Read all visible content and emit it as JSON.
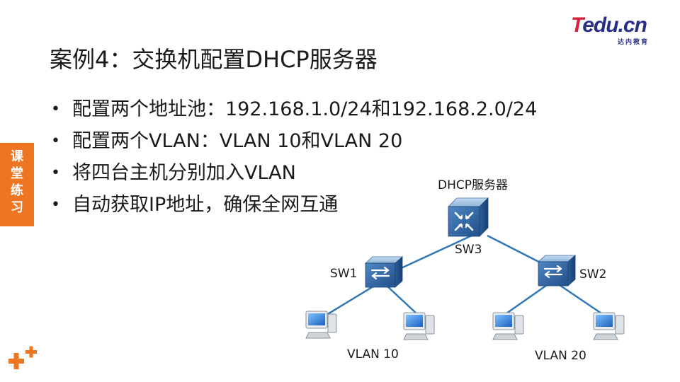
{
  "logo": {
    "main_t": "T",
    "main_rest": "edu.cn",
    "sub": "达内教育"
  },
  "title": "案例4：交换机配置DHCP服务器",
  "bullets": [
    "配置两个地址池：192.168.1.0/24和192.168.2.0/24",
    "配置两个VLAN：VLAN 10和VLAN 20",
    "将四台主机分别加入VLAN",
    "自动获取IP地址，确保全网互通"
  ],
  "side_tab": [
    "课",
    "堂",
    "练",
    "习"
  ],
  "diagram": {
    "server_label": "DHCP服务器",
    "sw3_label": "SW3",
    "sw1_label": "SW1",
    "sw2_label": "SW2",
    "vlan10_label": "VLAN 10",
    "vlan20_label": "VLAN 20"
  },
  "colors": {
    "accent_orange": "#ee7522",
    "brand_red": "#d6213a",
    "brand_blue": "#2a2f86",
    "link_blue": "#2f77b8"
  }
}
